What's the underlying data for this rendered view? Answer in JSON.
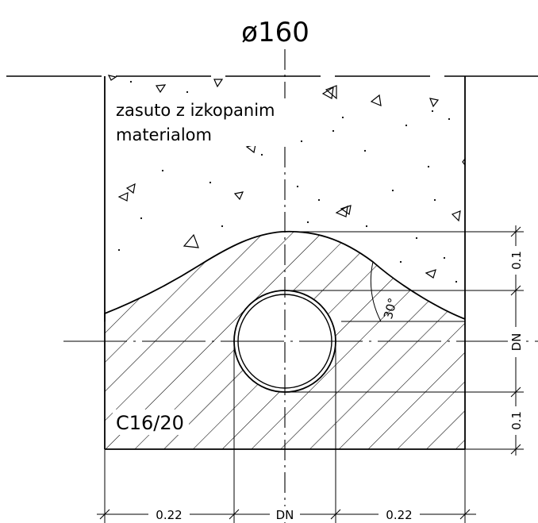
{
  "title": "ø160",
  "fill_label_line1": "zasuto z izkopanim",
  "fill_label_line2": "materialom",
  "concrete_label": "C16/20",
  "angle_label": "30°",
  "dims": {
    "bottom_left": "0.22",
    "bottom_mid": "DN",
    "bottom_right": "0.22",
    "right_top": "0.1",
    "right_mid": "DN",
    "right_bottom": "0.1"
  },
  "colors": {
    "line": "#000000",
    "background": "#ffffff"
  }
}
